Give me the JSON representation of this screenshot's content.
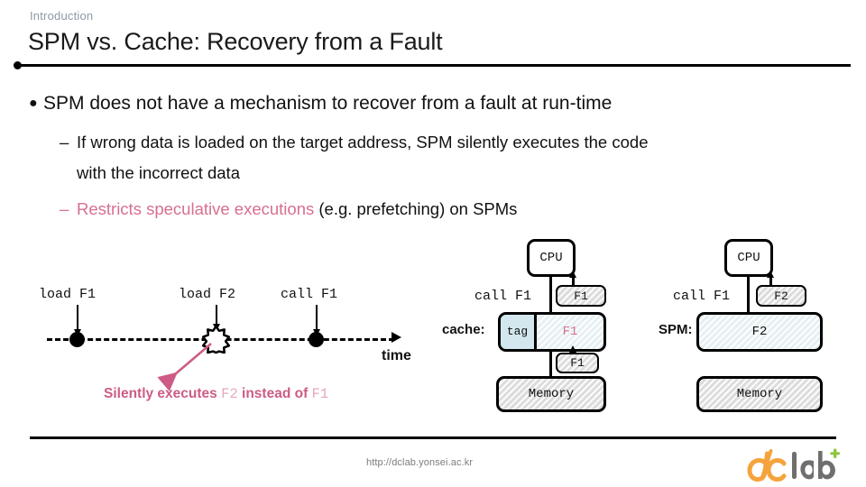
{
  "header": {
    "kicker": "Introduction",
    "title": "SPM vs. Cache: Recovery from a Fault"
  },
  "body": {
    "bullet1": "SPM does not have a mechanism to recover from a fault at run-time",
    "bullet1_marker": "●",
    "sub1_line1": "If wrong data is loaded on the target address, SPM silently executes the code",
    "sub1_line2": "with the incorrect data",
    "sub2_dash": "–",
    "sub2_pink": "Restricts speculative executions",
    "sub2_rest": "(e.g. prefetching) on SPMs"
  },
  "timeline": {
    "event1": "load F1",
    "event2": "load F2",
    "event3": "call F1",
    "axis_label": "time",
    "caption_part1": "Silently executes",
    "caption_f2": "F2",
    "caption_part2": "instead of",
    "caption_f1": "F1"
  },
  "cache_diagram": {
    "cpu": "CPU",
    "call_label": "call F1",
    "reg_box": "F1",
    "side_label": "cache:",
    "tag": "tag",
    "line_content": "F1",
    "fill_box": "F1",
    "memory": "Memory"
  },
  "spm_diagram": {
    "cpu": "CPU",
    "call_label": "call F1",
    "reg_box": "F2",
    "side_label": "SPM:",
    "content": "F2",
    "memory": "Memory"
  },
  "footer": {
    "url": "http://dclab.yonsei.ac.kr",
    "logo_text": "lab",
    "logo_mark": "d/c",
    "logo_plus": "+"
  },
  "colors": {
    "accent_pink": "#d6708f",
    "caption_pink": "#cc5c86",
    "mono_pink": "#e6a9bf",
    "kicker_grey": "#8a98a8",
    "tag_blue": "#d3e7ee",
    "logo_orange": "#f5a33c",
    "logo_green": "#8dc63f",
    "logo_grey": "#6f6f6f"
  }
}
